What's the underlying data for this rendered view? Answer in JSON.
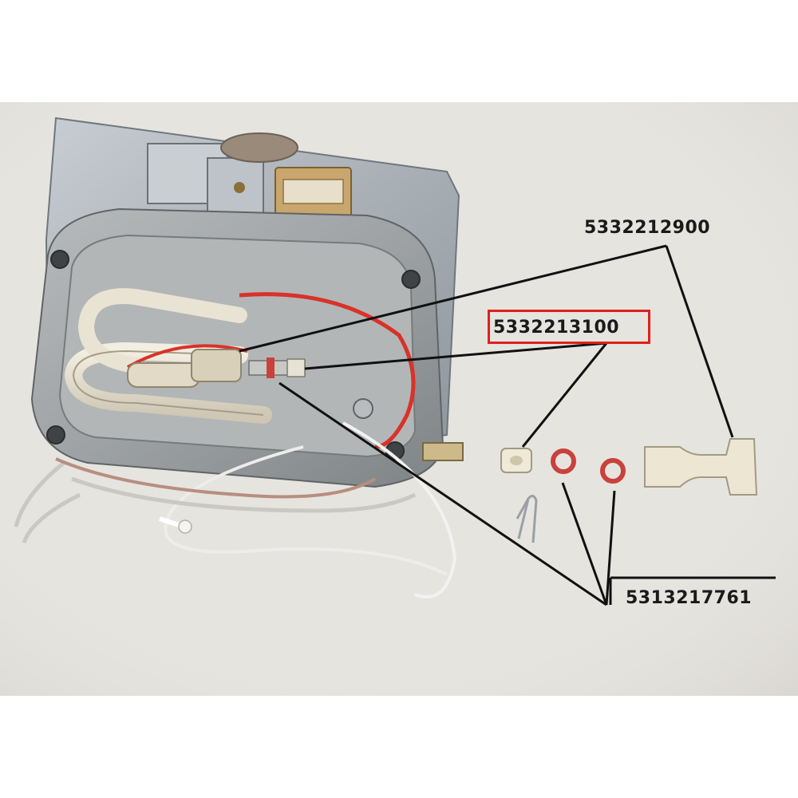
{
  "labels": {
    "top": "5332212900",
    "mid": "5332213100",
    "bottom": "5313217761"
  },
  "colors": {
    "highlight": "#e0201d",
    "leader_lines": "#111111",
    "background": "#e7e5e0",
    "red_wire": "#d8322a",
    "gasket": "#c8423b"
  }
}
